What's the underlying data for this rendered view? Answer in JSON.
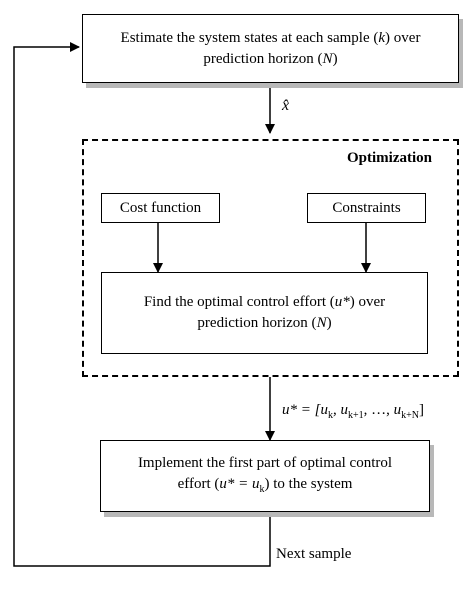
{
  "estimate_box": {
    "line1_prefix": "Estimate the system states at each sample (",
    "line1_var": "k",
    "line1_suffix": ") over",
    "line2_prefix": "prediction horizon (",
    "line2_var": "N",
    "line2_suffix": ")"
  },
  "xhat_label": "x̂",
  "optimization_group": {
    "title": "Optimization"
  },
  "cost_function_box": {
    "label": "Cost function"
  },
  "constraints_box": {
    "label": "Constraints"
  },
  "find_box": {
    "line1_prefix": "Find the optimal control effort (",
    "line1_var": "u*",
    "line1_suffix": ") over",
    "line2_prefix": "prediction horizon (",
    "line2_var": "N",
    "line2_suffix": ")"
  },
  "ustar_label": {
    "lhs": "u* = [",
    "u1": "u",
    "s1": "k",
    "u2": "u",
    "s2": "k+1",
    "dots": ", …, ",
    "u3": "u",
    "s3": "k+N",
    "close": "]"
  },
  "implement_box": {
    "line1": "Implement the first part of optimal control",
    "line2_prefix": "effort (",
    "line2_eq": "u* = u",
    "line2_sub": "k",
    "line2_suffix": ") to the system"
  },
  "next_sample_label": "Next sample"
}
